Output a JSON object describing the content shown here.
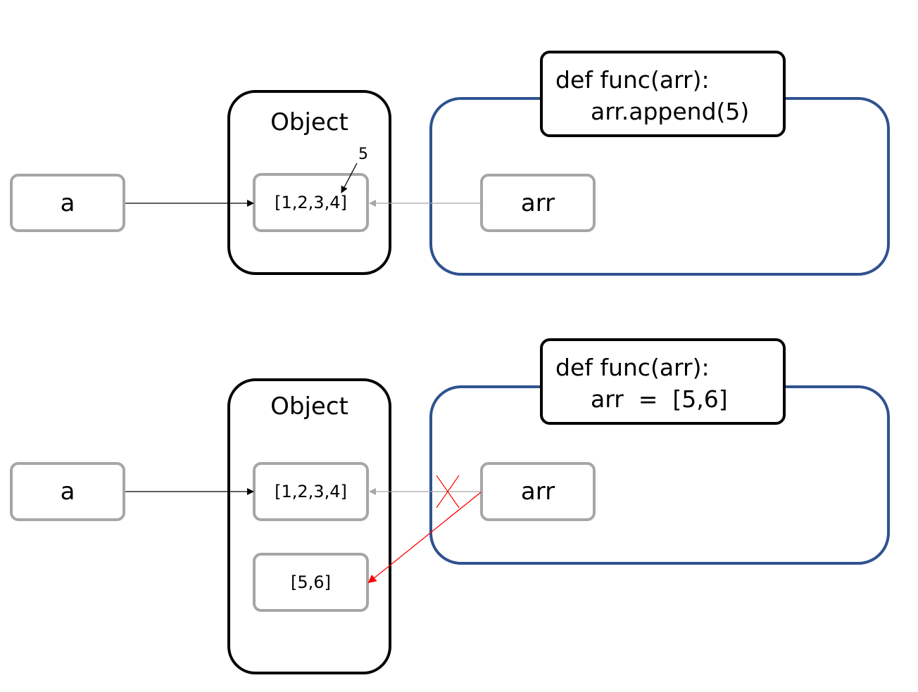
{
  "top": {
    "variable": "a",
    "object_title": "Object",
    "list_value": "[1,2,3,4]",
    "appended_value": "5",
    "param": "arr",
    "code_line1": "def func(arr):",
    "code_line2": "arr.append(5)"
  },
  "bottom": {
    "variable": "a",
    "object_title": "Object",
    "list_value": "[1,2,3,4]",
    "new_list_value": "[5,6]",
    "param": "arr",
    "code_line1": "def func(arr):",
    "code_line2": "arr  =  [5,6]"
  },
  "colors": {
    "variable_border": "#a6a6a6",
    "object_border": "#000000",
    "function_border": "#2f528f",
    "reference_arrow": "#000000",
    "param_arrow": "#a6a6a6",
    "rebind_arrow": "#ff0000"
  }
}
